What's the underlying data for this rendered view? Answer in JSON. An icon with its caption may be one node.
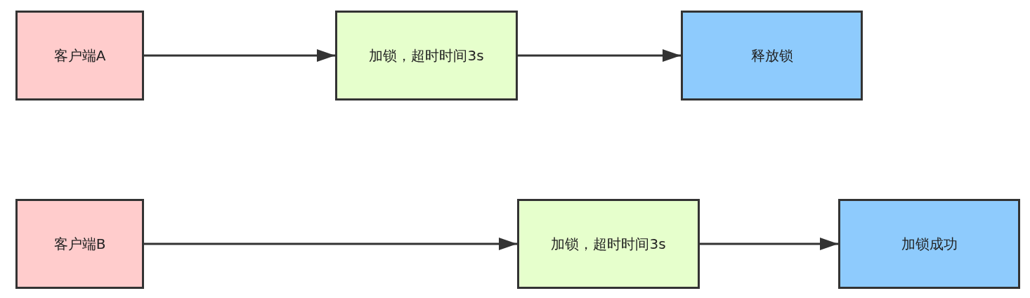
{
  "diagram": {
    "nodes": [
      {
        "text": [
          "客户端A"
        ]
      },
      {
        "text": [
          "加锁，超时时间3s"
        ]
      },
      {
        "text": [
          "释放锁"
        ]
      },
      {
        "text": [
          "客户端B"
        ]
      },
      {
        "text": [
          "加锁，超时时间3s"
        ]
      },
      {
        "text": [
          "加锁成功"
        ]
      }
    ],
    "edges": [
      {
        "from": 0,
        "to": 1,
        "arrow": "to"
      },
      {
        "from": 1,
        "to": 2,
        "arrow": "to"
      },
      {
        "from": 3,
        "to": 4,
        "arrow": "to"
      },
      {
        "from": 4,
        "to": 5,
        "arrow": "to"
      }
    ]
  }
}
